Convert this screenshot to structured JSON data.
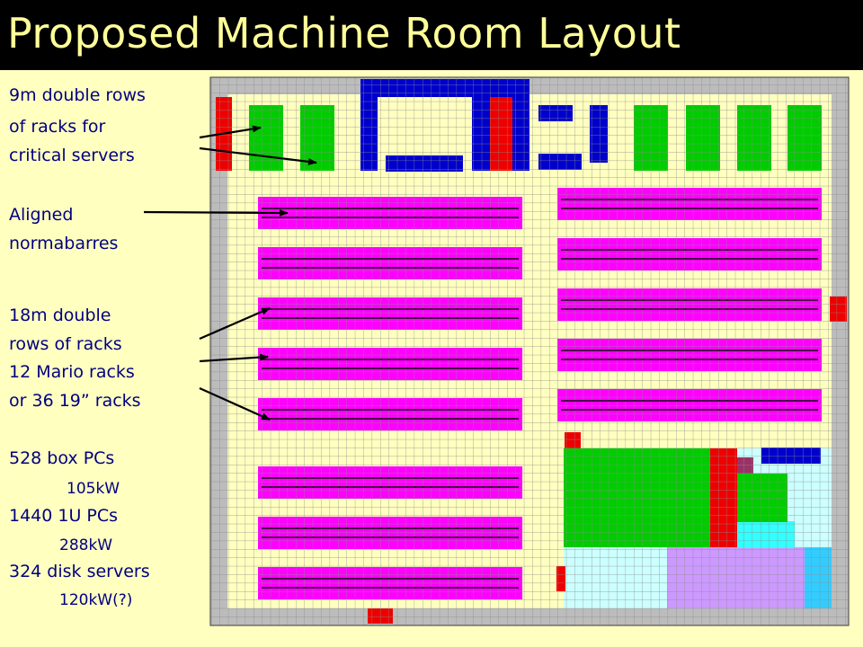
{
  "title": "Proposed Machine Room Layout",
  "annotations": {
    "critical": [
      "9m double rows",
      "of racks for",
      "critical servers"
    ],
    "aligned": [
      "Aligned",
      "normabarres"
    ],
    "double18": [
      "18m double",
      "rows of racks",
      "12 Mario racks",
      "or 36 19” racks"
    ],
    "box_pcs": "528 box PCs",
    "box_pcs_power": "105kW",
    "u_pcs": "1440 1U PCs",
    "u_pcs_power": "288kW",
    "disk_servers": "324 disk servers",
    "disk_servers_power": "120kW(?)"
  },
  "colors": {
    "floor": "#ffffc0",
    "grid_line": "#8c8c8c",
    "wall": "#bcbcbc",
    "critical_rack": "#00cc00",
    "rack_row": "#ff00ff",
    "normabarre_line": "#330033",
    "server_block": "#0000cc",
    "red_unit": "#ee0000",
    "maroon_unit": "#993366",
    "light_cyan": "#ccffff",
    "cyan": "#33ffff",
    "lavender": "#cc99ff",
    "sky_blue": "#33ccff"
  }
}
